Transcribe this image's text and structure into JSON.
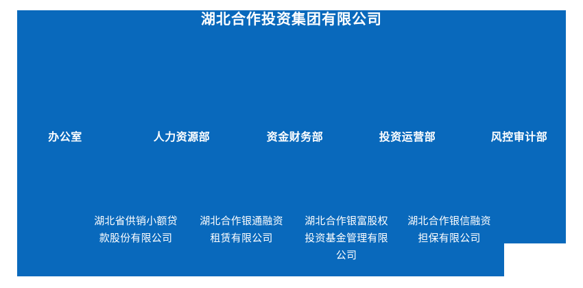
{
  "colors": {
    "panel_background": "#0969BC",
    "canvas_background": "#FFFFFF",
    "text": "#FFFFFF"
  },
  "chart": {
    "title": "湖北合作投资集团有限公司",
    "departments": [
      {
        "label": "办公室"
      },
      {
        "label": "人力资源部"
      },
      {
        "label": "资金财务部"
      },
      {
        "label": "投资运营部"
      },
      {
        "label": "风控审计部"
      }
    ],
    "subsidiaries": [
      {
        "label": "湖北省供销小额贷款股份有限公司"
      },
      {
        "label": "湖北合作银通融资租赁有限公司"
      },
      {
        "label": "湖北合作银富股权投资基金管理有限公司"
      },
      {
        "label": "湖北合作银信融资担保有限公司"
      }
    ]
  }
}
